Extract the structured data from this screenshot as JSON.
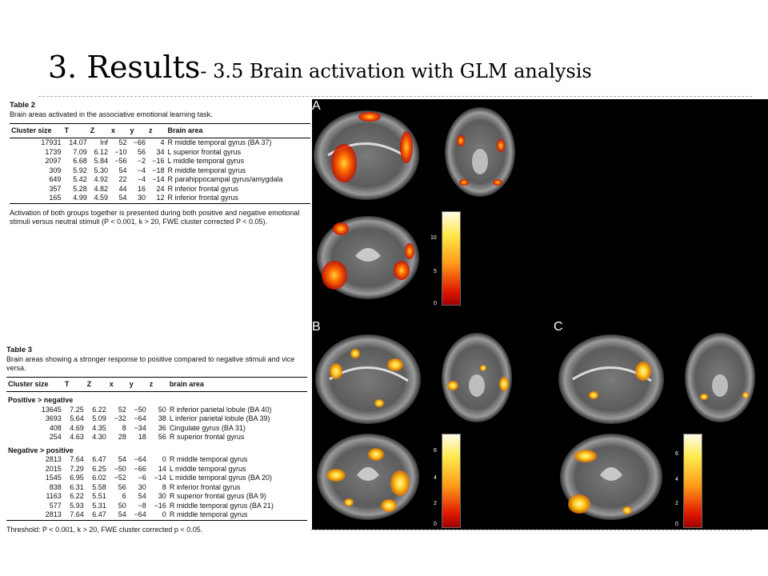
{
  "slide": {
    "title_main": "3. Results",
    "title_sub": "- 3.5 Brain activation with GLM analysis"
  },
  "table2": {
    "name": "Table 2",
    "caption": "Brain areas activated in the associative emotional learning task.",
    "headers": [
      "Cluster size",
      "T",
      "Z",
      "x",
      "y",
      "z",
      "Brain area"
    ],
    "rows": [
      [
        "17931",
        "14.07",
        "Inf",
        "52",
        "−66",
        "4",
        "R middle temporal gyrus (BA 37)"
      ],
      [
        "1739",
        "7.09",
        "6.12",
        "−10",
        "56",
        "34",
        "L superior frontal gyrus"
      ],
      [
        "2097",
        "6.68",
        "5.84",
        "−56",
        "−2",
        "−16",
        "L middle temporal gyrus"
      ],
      [
        "309",
        "5.92",
        "5.30",
        "54",
        "−4",
        "−18",
        "R middle temporal gyrus"
      ],
      [
        "649",
        "5.42",
        "4.92",
        "22",
        "−4",
        "−14",
        "R parahippocampal gyrus/amygdala"
      ],
      [
        "357",
        "5.28",
        "4.82",
        "44",
        "16",
        "24",
        "R inferior frontal gyrus"
      ],
      [
        "165",
        "4.99",
        "4.59",
        "54",
        "30",
        "12",
        "R inferior frontal gyrus"
      ]
    ],
    "note": "Activation of both groups together is presented during both positive and negative emotional stimuli versus neutral stimuli (P < 0.001, k > 20, FWE cluster corrected P < 0.05)."
  },
  "table3": {
    "name": "Table 3",
    "caption": "Brain areas showing a stronger response to positive compared to negative stimuli and vice versa.",
    "headers": [
      "Cluster size",
      "T",
      "Z",
      "x",
      "y",
      "z",
      "brain area"
    ],
    "group1": "Positive > negative",
    "rows1": [
      [
        "13645",
        "7.25",
        "6.22",
        "52",
        "−50",
        "50",
        "R inferior parietal lobule (BA 40)"
      ],
      [
        "3693",
        "5.64",
        "5.09",
        "−32",
        "−64",
        "38",
        "L inferior parietal lobule (BA 39)"
      ],
      [
        "408",
        "4.69",
        "4.35",
        "8",
        "−34",
        "36",
        "Cingulate gyrus (BA 31)"
      ],
      [
        "254",
        "4.63",
        "4.30",
        "28",
        "18",
        "56",
        "R superior frontal gyrus"
      ]
    ],
    "group2": "Negative > positive",
    "rows2": [
      [
        "2813",
        "7.64",
        "6.47",
        "54",
        "−64",
        "0",
        "R middle temporal gyrus"
      ],
      [
        "2015",
        "7.29",
        "6.25",
        "−50",
        "−66",
        "14",
        "L middle temporal gyrus"
      ],
      [
        "1545",
        "6.95",
        "6.02",
        "−52",
        "−6",
        "−14",
        "L middle temporal gyrus (BA 20)"
      ],
      [
        "838",
        "6.31",
        "5.58",
        "56",
        "30",
        "8",
        "R inferior frontal gyrus"
      ],
      [
        "1163",
        "6.22",
        "5.51",
        "6",
        "54",
        "30",
        "R superior frontal gyrus (BA 9)"
      ],
      [
        "577",
        "5.93",
        "5.31",
        "50",
        "−8",
        "−16",
        "R middle temporal gyrus (BA 21)"
      ],
      [
        "2813",
        "7.64",
        "6.47",
        "54",
        "−64",
        "0",
        "R middle temporal gyrus"
      ]
    ],
    "note": "Threshold: P < 0.001, k > 20, FWE cluster corrected p < 0.05."
  },
  "figure": {
    "panel_a": "A",
    "panel_b": "B",
    "panel_c": "C",
    "scale_a": [
      "10",
      "5",
      "0"
    ],
    "scale_b": [
      "6",
      "4",
      "2",
      "0"
    ],
    "scale_c": [
      "6",
      "4",
      "2",
      "0"
    ]
  }
}
